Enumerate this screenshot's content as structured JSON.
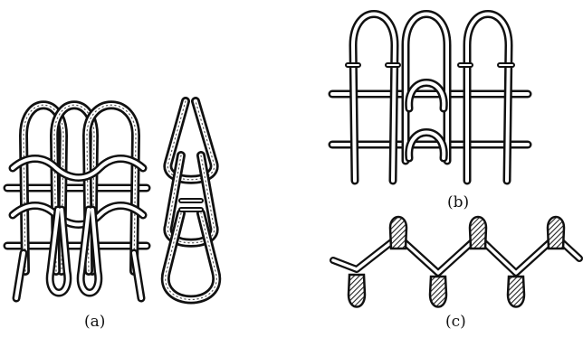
{
  "figure": {
    "panels": [
      {
        "id": "a",
        "caption": "(a)"
      },
      {
        "id": "b",
        "caption": "(b)"
      },
      {
        "id": "c",
        "caption": "(c)"
      }
    ]
  },
  "colors": {
    "ink": "#111111",
    "paper": "#ffffff",
    "hatch": "#222222"
  }
}
